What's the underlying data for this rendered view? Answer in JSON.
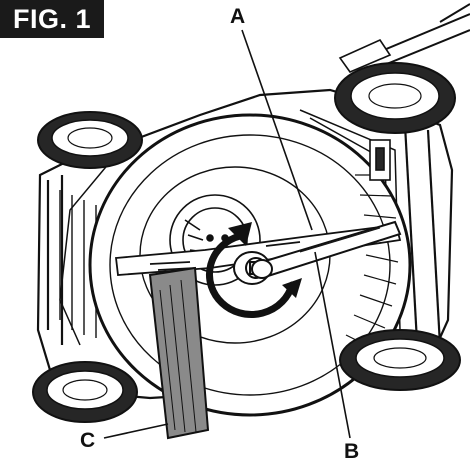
{
  "figure": {
    "badge": "FIG. 1"
  },
  "callouts": {
    "a": "A",
    "b": "B",
    "c": "C"
  },
  "colors": {
    "ink": "#111111",
    "badge_background": "#1a1a1a",
    "badge_text": "#ffffff",
    "paper": "#ffffff",
    "tire_tread": "#262626",
    "block_gray": "#8a8a8a"
  }
}
